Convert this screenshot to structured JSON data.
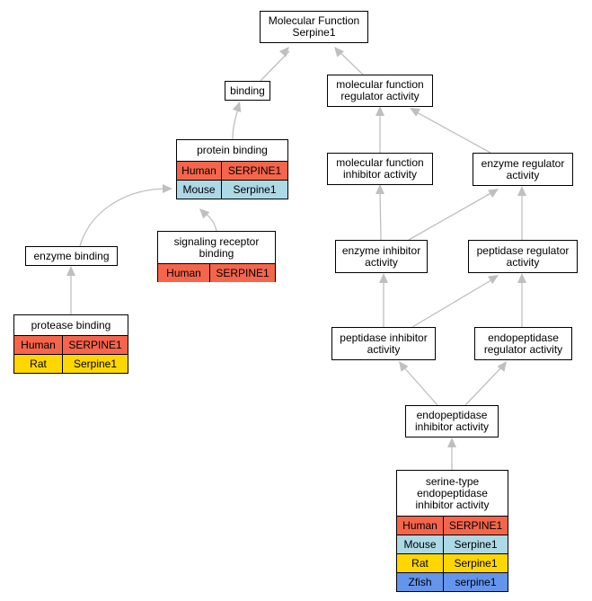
{
  "nodes": {
    "mf": {
      "lines": [
        "Molecular Function",
        "Serpine1"
      ]
    },
    "binding": {
      "lines": [
        "binding"
      ]
    },
    "mfra": {
      "lines": [
        "molecular function",
        "regulator activity"
      ]
    },
    "protein_binding": {
      "lines": [
        "protein binding"
      ],
      "rows": [
        {
          "species": "Human",
          "gene": "SERPINE1"
        },
        {
          "species": "Mouse",
          "gene": "Serpine1"
        }
      ]
    },
    "mfia": {
      "lines": [
        "molecular function",
        "inhibitor activity"
      ]
    },
    "era": {
      "lines": [
        "enzyme regulator",
        "activity"
      ]
    },
    "enzyme_binding": {
      "lines": [
        "enzyme binding"
      ]
    },
    "srb": {
      "lines": [
        "signaling receptor",
        "binding"
      ],
      "rows": [
        {
          "species": "Human",
          "gene": "SERPINE1"
        }
      ]
    },
    "eia": {
      "lines": [
        "enzyme inhibitor",
        "activity"
      ]
    },
    "pra": {
      "lines": [
        "peptidase regulator",
        "activity"
      ]
    },
    "protease_binding": {
      "lines": [
        "protease binding"
      ],
      "rows": [
        {
          "species": "Human",
          "gene": "SERPINE1"
        },
        {
          "species": "Rat",
          "gene": "Serpine1"
        }
      ]
    },
    "pia": {
      "lines": [
        "peptidase inhibitor",
        "activity"
      ]
    },
    "epra": {
      "lines": [
        "endopeptidase",
        "regulator activity"
      ]
    },
    "epia": {
      "lines": [
        "endopeptidase",
        "inhibitor activity"
      ]
    },
    "stepia": {
      "lines": [
        "serine-type",
        "endopeptidase",
        "inhibitor activity"
      ],
      "rows": [
        {
          "species": "Human",
          "gene": "SERPINE1"
        },
        {
          "species": "Mouse",
          "gene": "Serpine1"
        },
        {
          "species": "Rat",
          "gene": "Serpine1"
        },
        {
          "species": "Zfish",
          "gene": "serpine1"
        }
      ]
    }
  },
  "colors": {
    "Human": "#f5654b",
    "Mouse": "#add8e6",
    "Rat": "#ffd700",
    "Zfish": "#6495ed",
    "edge": "#bfbfbf"
  }
}
